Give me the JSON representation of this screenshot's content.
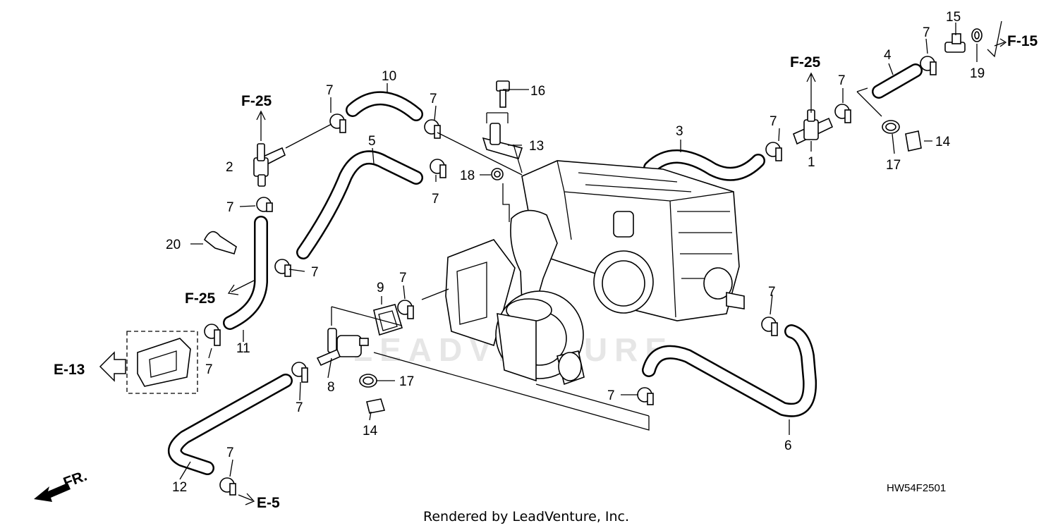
{
  "diagram_code": "HW54F2501",
  "footer": "Rendered by LeadVenture, Inc.",
  "watermark": "LEADVENTURE",
  "part_numbers": {
    "p1": "1",
    "p2": "2",
    "p3": "3",
    "p4": "4",
    "p5": "5",
    "p6": "6",
    "p8": "8",
    "p9": "9",
    "p10": "10",
    "p11": "11",
    "p12": "12",
    "p13": "13",
    "p14a": "14",
    "p14b": "14",
    "p15": "15",
    "p16": "16",
    "p17a": "17",
    "p17b": "17",
    "p18": "18",
    "p19": "19",
    "p20": "20",
    "clamp7": "7"
  },
  "references": {
    "f25_left": "F-25",
    "f25_mid": "F-25",
    "f25_right": "F-25",
    "f15": "F-15",
    "e13": "E-13",
    "e5": "E-5"
  },
  "front_marker": "FR."
}
